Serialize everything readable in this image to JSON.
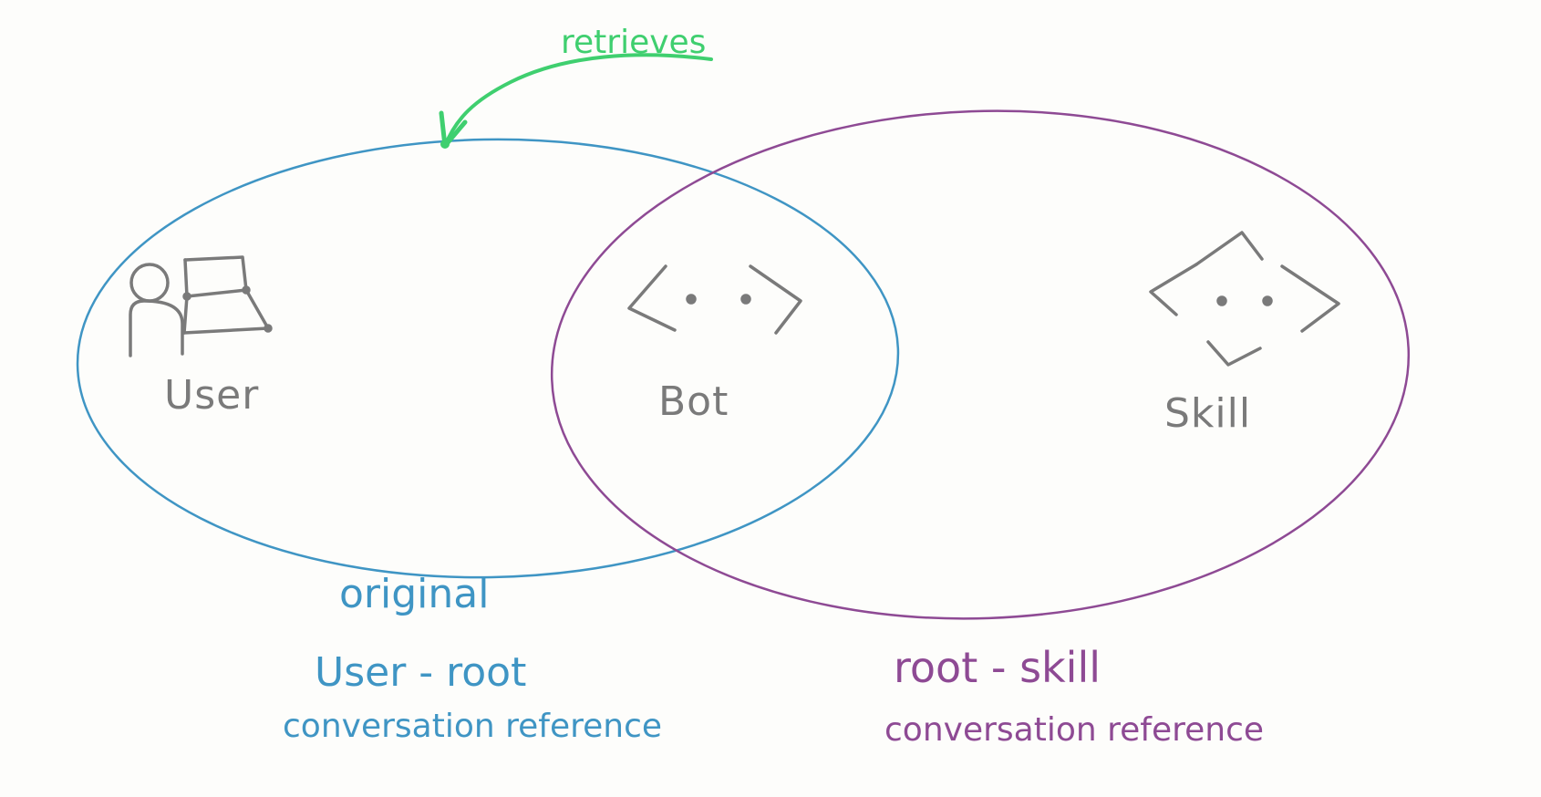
{
  "colors": {
    "background": "#fdfdfb",
    "blue": "#3f95c4",
    "purple": "#8e4a94",
    "green": "#3fcf6f",
    "gray": "#7a7a7a"
  },
  "icons": {
    "user": "user-with-screen-icon",
    "bot": "bot-face-icon",
    "skill": "skill-face-icon"
  },
  "nodes": {
    "user": "User",
    "bot": "Bot",
    "skill": "Skill"
  },
  "arrow": {
    "label": "retrieves"
  },
  "left_caption": {
    "line1": "original",
    "line2": "User - root",
    "line3": "conversation reference"
  },
  "right_caption": {
    "line1": "root - skill",
    "line2": "conversation reference"
  }
}
